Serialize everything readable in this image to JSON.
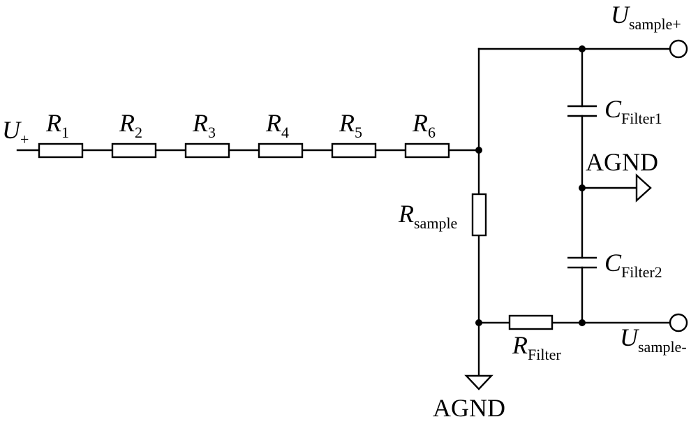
{
  "input": {
    "symbol": "U",
    "subscript": "+"
  },
  "series_resistors": [
    {
      "symbol": "R",
      "subscript": "1"
    },
    {
      "symbol": "R",
      "subscript": "2"
    },
    {
      "symbol": "R",
      "subscript": "3"
    },
    {
      "symbol": "R",
      "subscript": "4"
    },
    {
      "symbol": "R",
      "subscript": "5"
    },
    {
      "symbol": "R",
      "subscript": "6"
    }
  ],
  "sample_resistor": {
    "symbol": "R",
    "subscript": "sample"
  },
  "filter_resistor": {
    "symbol": "R",
    "subscript": "Filter"
  },
  "capacitors": [
    {
      "symbol": "C",
      "subscript": "Filter1"
    },
    {
      "symbol": "C",
      "subscript": "Filter2"
    }
  ],
  "outputs": {
    "positive": {
      "symbol": "U",
      "subscript": "sample+"
    },
    "negative": {
      "symbol": "U",
      "subscript": "sample-"
    }
  },
  "grounds": {
    "mid": "AGND",
    "bottom": "AGND"
  }
}
